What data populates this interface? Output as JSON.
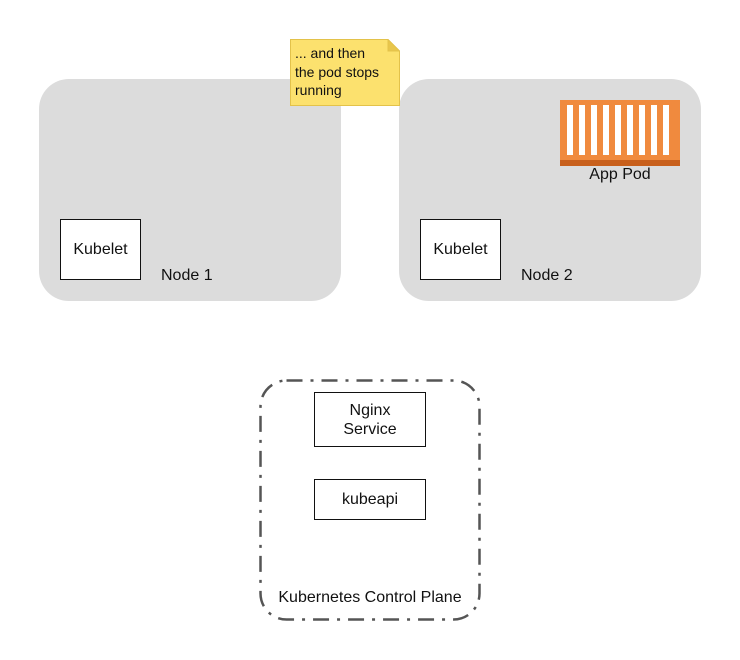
{
  "note": {
    "text_line1": "... and then",
    "text_line2": "the pod stops",
    "text_line3": "running",
    "color": "#fce16e"
  },
  "nodes": [
    {
      "label": "Node 1",
      "kubelet_label": "Kubelet"
    },
    {
      "label": "Node 2",
      "kubelet_label": "Kubelet"
    }
  ],
  "pod": {
    "label": "App Pod",
    "icon": "container-icon",
    "color": "#f08a3e"
  },
  "control_plane": {
    "label": "Kubernetes Control Plane",
    "nginx_line1": "Nginx",
    "nginx_line2": "Service",
    "kubeapi_label": "kubeapi"
  },
  "colors": {
    "node_fill": "#dcdcdc",
    "border": "#111111"
  }
}
